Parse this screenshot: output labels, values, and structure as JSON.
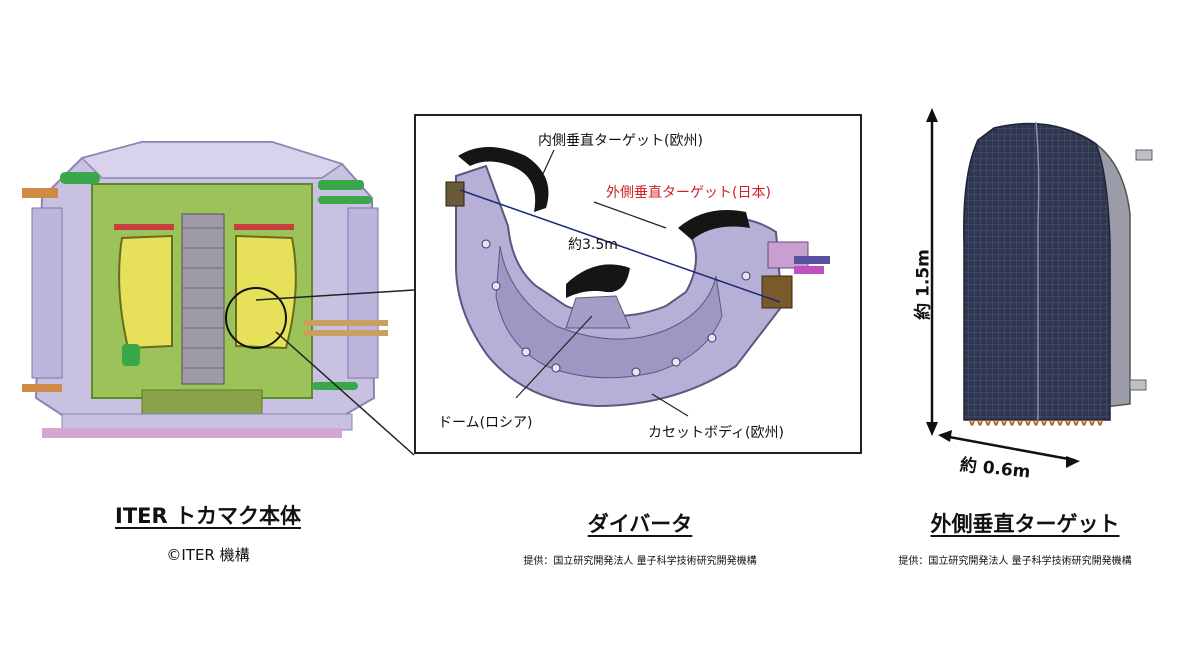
{
  "panels": {
    "tokamak": {
      "title": "ITER トカマク本体",
      "credit": "©ITER 機構"
    },
    "divertor": {
      "title": "ダイバータ",
      "credit": "提供：国立研究開発法人 量子科学技術研究開発機構",
      "labels": {
        "inner_target": "内側垂直ターゲット(欧州)",
        "outer_target": "外側垂直ターゲット(日本)",
        "span": "約3.5m",
        "dome": "ドーム(ロシア)",
        "cassette": "カセットボディ(欧州)"
      }
    },
    "outer_target": {
      "title": "外側垂直ターゲット",
      "credit": "提供：国立研究開発法人 量子科学技術研究開発機構",
      "height_label": "約 1.5m",
      "width_label": "約 0.6m"
    }
  },
  "colors": {
    "highlight_label": "#d42020",
    "machine_purple": "#b7b0d6",
    "machine_green": "#9bc35a",
    "plasma_yellow": "#e6e05a",
    "tile_navy": "#2e3650"
  }
}
